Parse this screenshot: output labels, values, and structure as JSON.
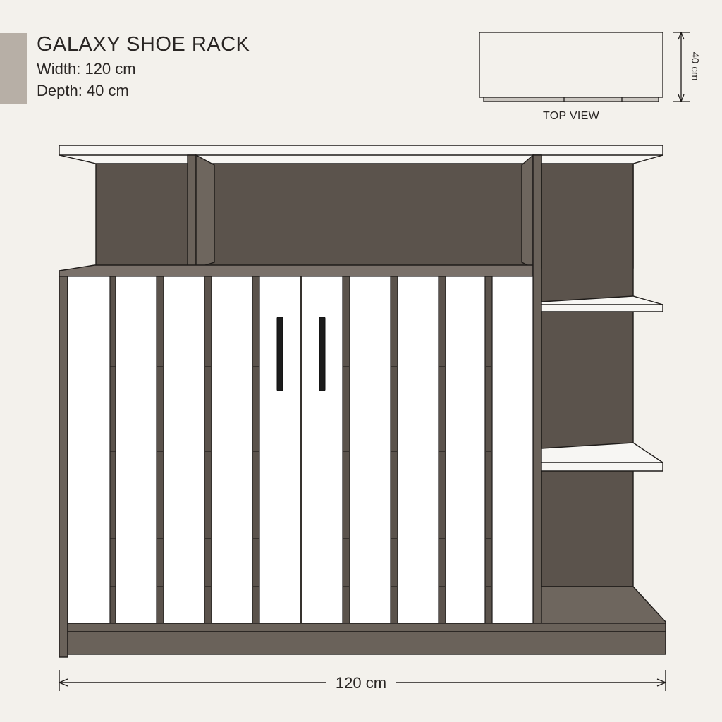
{
  "product": {
    "title": "GALAXY SHOE RACK",
    "width_spec": "Width: 120 cm",
    "depth_spec": "Depth: 40 cm"
  },
  "top_view": {
    "label": "TOP VIEW",
    "depth_dimension": "40 cm"
  },
  "front_view": {
    "width_dimension": "120 cm"
  },
  "colors": {
    "background": "#f3f1ec",
    "accent": "#b7afa6",
    "frame": "#5b534c",
    "door": "#ffffff",
    "outline": "#1f1c1a",
    "handle": "#1c1c1c"
  }
}
